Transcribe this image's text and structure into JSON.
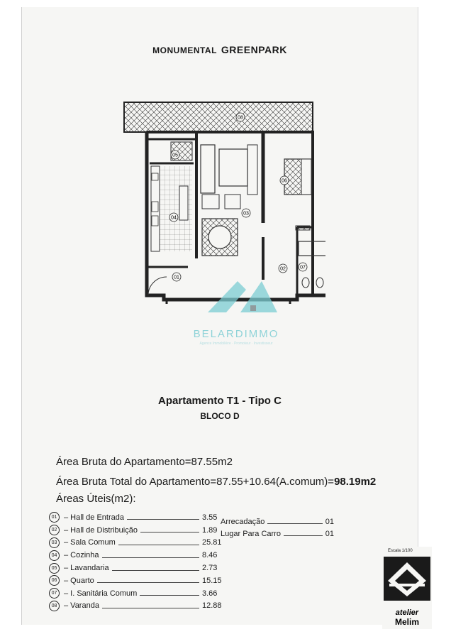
{
  "header": {
    "prefix": "MONUMENTAL",
    "name": "GREENPARK"
  },
  "watermark": {
    "name": "BELARDIMMO",
    "tagline": "Agence Immobilière · Promoteur · Investisseur",
    "color": "#7ccdd3"
  },
  "plan_labels": {
    "r01": "01",
    "r02": "02",
    "r03": "03",
    "r04": "04",
    "r05": "05",
    "r06": "06",
    "r07": "07",
    "r08": "08"
  },
  "title": "Apartamento T1 - Tipo C",
  "subtitle": "BLOCO D",
  "area_bruta": "Área Bruta do Apartamento=87.55m2",
  "area_total_prefix": "Área Bruta Total do Apartamento=87.55+10.64(A.comum)=",
  "area_total_value": "98.19m2",
  "areas_uteis": "Áreas Úteis(m2):",
  "rooms": [
    {
      "num": "01",
      "name": "– Hall de Entrada",
      "value": "3.55"
    },
    {
      "num": "02",
      "name": "– Hall de Distribuição",
      "value": "1.89"
    },
    {
      "num": "03",
      "name": "– Sala Comum",
      "value": "25.81"
    },
    {
      "num": "04",
      "name": "– Cozinha",
      "value": "8.46"
    },
    {
      "num": "05",
      "name": "– Lavandaria",
      "value": "2.73"
    },
    {
      "num": "06",
      "name": "– Quarto",
      "value": "15.15"
    },
    {
      "num": "07",
      "name": "– I. Sanitária Comum",
      "value": "3.66"
    },
    {
      "num": "08",
      "name": "– Varanda",
      "value": "12.88"
    }
  ],
  "extras": [
    {
      "name": "Arrecadação",
      "value": "01"
    },
    {
      "name": "Lugar Para Carro",
      "value": "01"
    }
  ],
  "logo": {
    "scale": "Escala 1/100",
    "brand_top": "atelier",
    "brand": "Melim"
  }
}
